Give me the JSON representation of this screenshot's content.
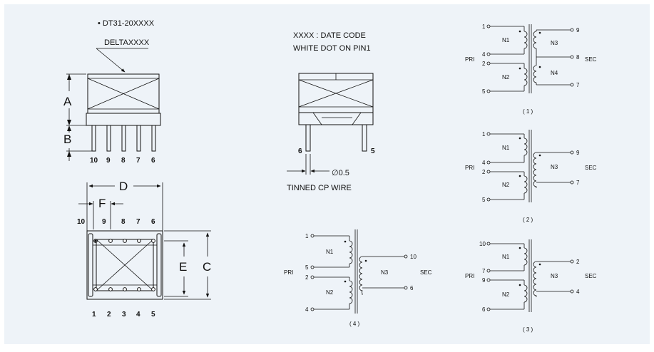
{
  "marking": {
    "part": "• DT31-20XXXX",
    "brand": "DELTAXXXX",
    "date_code_note": "XXXX : DATE CODE",
    "pin1_note": "WHITE DOT ON PIN1",
    "wire_note": "TINNED CP WIRE",
    "wire_diameter": "∅0.5"
  },
  "dims": {
    "A": "A",
    "B": "B",
    "C": "C",
    "D": "D",
    "E": "E",
    "F": "F"
  },
  "side_pins": [
    "10",
    "9",
    "8",
    "7",
    "6"
  ],
  "top_pins_upper": [
    "10",
    "9",
    "8",
    "7",
    "6"
  ],
  "top_pins_lower": [
    "1",
    "2",
    "3",
    "4",
    "5"
  ],
  "end_view_pins": {
    "left": "6",
    "right": "5"
  },
  "schematic_1": {
    "caption": "( 1 )",
    "pri": "PRI",
    "sec": "SEC",
    "pins": {
      "p1": "1",
      "p4": "4",
      "p2": "2",
      "p5": "5",
      "p9": "9",
      "p8": "8",
      "p7": "7"
    },
    "windings": {
      "n1": "N1",
      "n2": "N2",
      "n3": "N3",
      "n4": "N4"
    }
  },
  "schematic_2": {
    "caption": "( 2 )",
    "pri": "PRI",
    "sec": "SEC",
    "pins": {
      "p1": "1",
      "p4": "4",
      "p2": "2",
      "p5": "5",
      "p9": "9",
      "p7": "7"
    },
    "windings": {
      "n1": "N1",
      "n2": "N2",
      "n3": "N3"
    }
  },
  "schematic_3": {
    "caption": "( 3 )",
    "pri": "PRI",
    "sec": "SEC",
    "pins": {
      "p10": "10",
      "p7": "7",
      "p9": "9",
      "p6": "6",
      "p2": "2",
      "p4": "4"
    },
    "windings": {
      "n1": "N1",
      "n2": "N2",
      "n3": "N3"
    }
  },
  "schematic_4": {
    "caption": "( 4 )",
    "pri": "PRI",
    "sec": "SEC",
    "pins": {
      "p1": "1",
      "p5": "5",
      "p2": "2",
      "p4": "4",
      "p10": "10",
      "p6": "6"
    },
    "windings": {
      "n1": "N1",
      "n2": "N2",
      "n3": "N3"
    }
  }
}
